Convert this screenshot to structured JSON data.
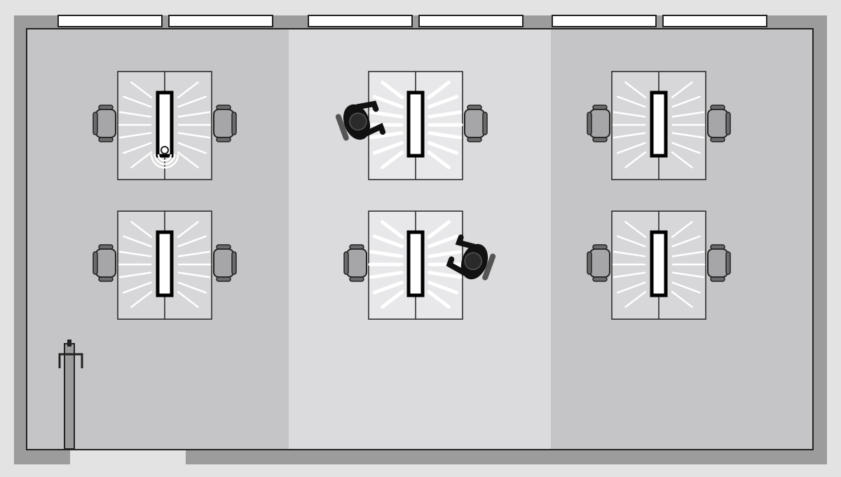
{
  "colors": {
    "background": "#e3e3e4",
    "wall": "#9c9c9d",
    "zone_dim": "#c5c5c7",
    "zone_lit": "#dbdbdd",
    "desk": "#d7d7d9",
    "desk_lit": "#e8e8ea",
    "chair": "#a6a6a8",
    "person": "#111111",
    "light_ray": "#ffffff",
    "line": "#222222"
  },
  "zones": [
    {
      "name": "zone-left",
      "state": "dim"
    },
    {
      "name": "zone-center",
      "state": "lit"
    },
    {
      "name": "zone-right",
      "state": "dim"
    }
  ],
  "windows": 6,
  "desk_groups": [
    {
      "name": "desk-group-top-left",
      "occupied": false,
      "sensor": true,
      "chairs": [
        "left",
        "right"
      ]
    },
    {
      "name": "desk-group-top-center",
      "occupied": true,
      "person_side": "left",
      "chairs": [
        "right"
      ]
    },
    {
      "name": "desk-group-top-right",
      "occupied": false,
      "chairs": [
        "left",
        "right"
      ]
    },
    {
      "name": "desk-group-bottom-left",
      "occupied": false,
      "chairs": [
        "left",
        "right"
      ]
    },
    {
      "name": "desk-group-bottom-center",
      "occupied": true,
      "person_side": "right",
      "chairs": [
        "left"
      ]
    },
    {
      "name": "desk-group-bottom-right",
      "occupied": false,
      "chairs": [
        "left",
        "right"
      ]
    }
  ],
  "icons": [
    "motion-sensor-icon",
    "person-icon",
    "chair-icon",
    "desk-lamp-icon",
    "door-icon"
  ]
}
